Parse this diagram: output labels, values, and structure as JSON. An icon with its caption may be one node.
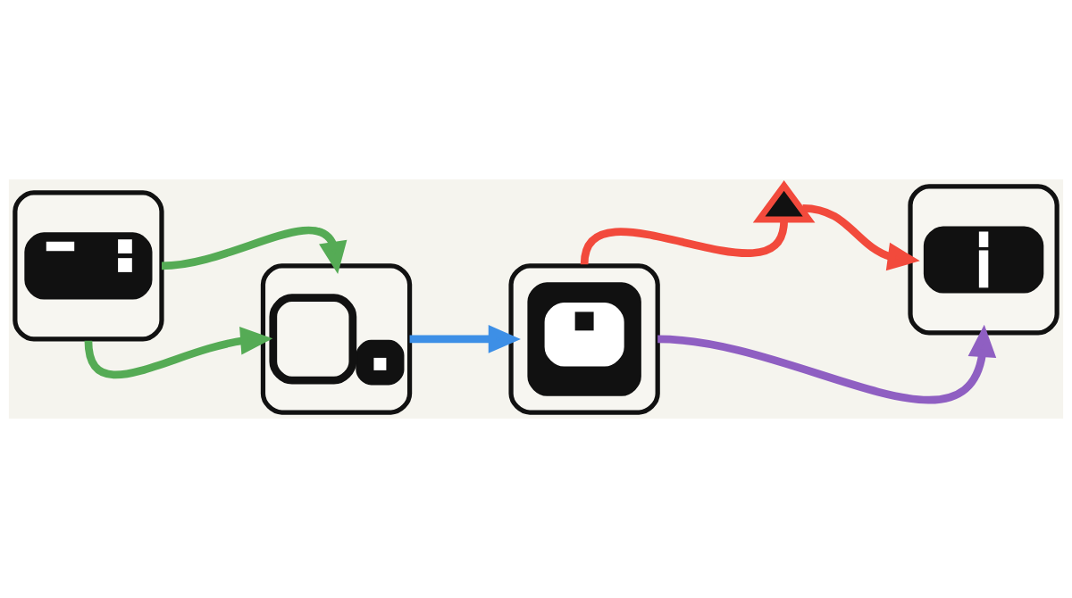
{
  "diagram": {
    "nodes": [
      {
        "text": [],
        "shape": "picture"
      },
      {
        "text": [],
        "shape": "picture"
      },
      {
        "text": [],
        "shape": "picture"
      },
      {
        "text": [],
        "shape": "cross"
      },
      {
        "text": [],
        "shape": "picture"
      }
    ],
    "edges": [
      {
        "from": 0,
        "to": 1,
        "arrow": "to",
        "color": "#55ab55"
      },
      {
        "from": 0,
        "to": 1,
        "arrow": "to",
        "color": "#55ab55"
      },
      {
        "from": 1,
        "to": 2,
        "arrow": "to",
        "color": "#3d8fe6"
      },
      {
        "from": 2,
        "to": 3,
        "arrow": "none",
        "color": "#f24a3c"
      },
      {
        "from": 3,
        "to": 4,
        "arrow": "to",
        "color": "#f24a3c"
      },
      {
        "from": 2,
        "to": 4,
        "arrow": "to",
        "color": "#8f5fc2"
      }
    ]
  }
}
